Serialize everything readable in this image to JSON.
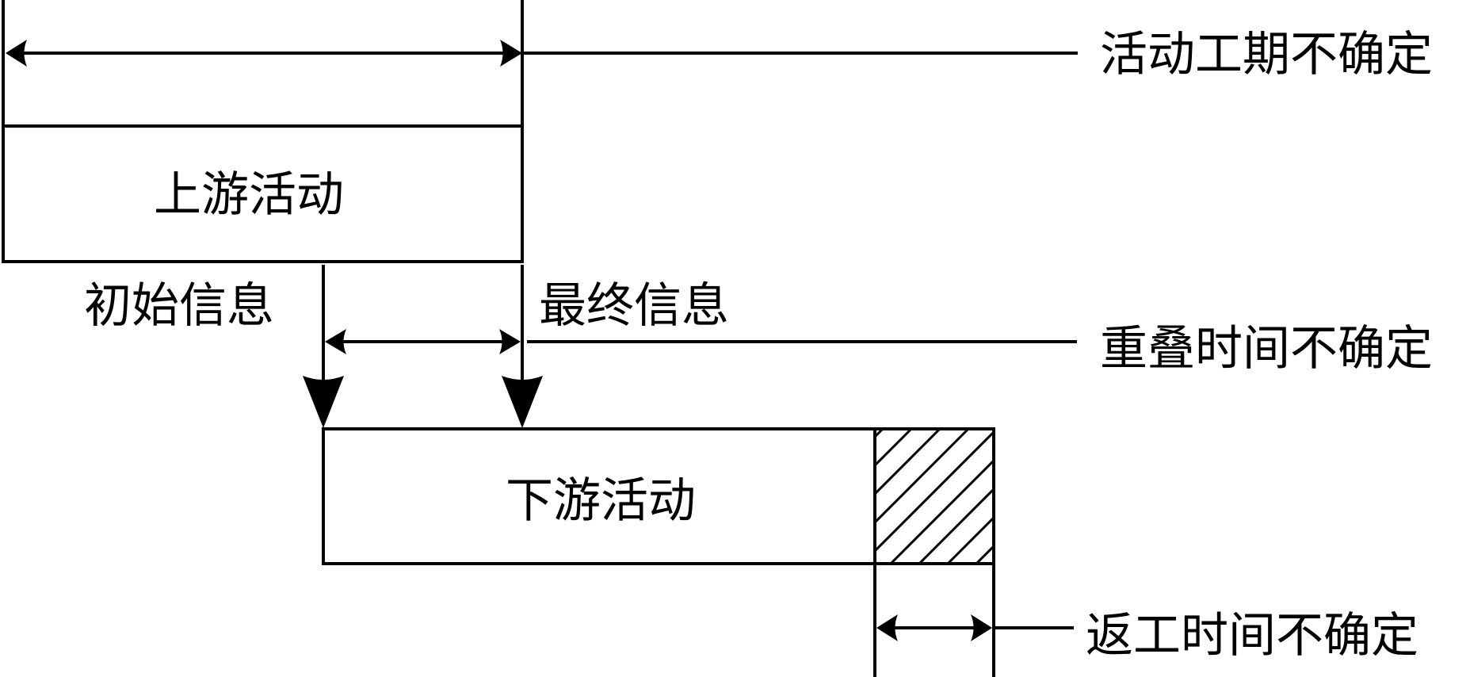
{
  "diagram": {
    "title": "",
    "colors": {
      "line": "#000000",
      "background": "#ffffff"
    },
    "boxes": {
      "upstream": {
        "label": "上游活动"
      },
      "downstream": {
        "label": "下游活动"
      },
      "rework": {
        "label": "",
        "pattern": "diagonal-hatch"
      }
    },
    "flows": {
      "initial_info": {
        "label": "初始信息"
      },
      "final_info": {
        "label": "最终信息"
      }
    },
    "annotations": {
      "duration_uncertain": "活动工期不确定",
      "overlap_uncertain": "重叠时间不确定",
      "rework_uncertain": "返工时间不确定"
    }
  }
}
